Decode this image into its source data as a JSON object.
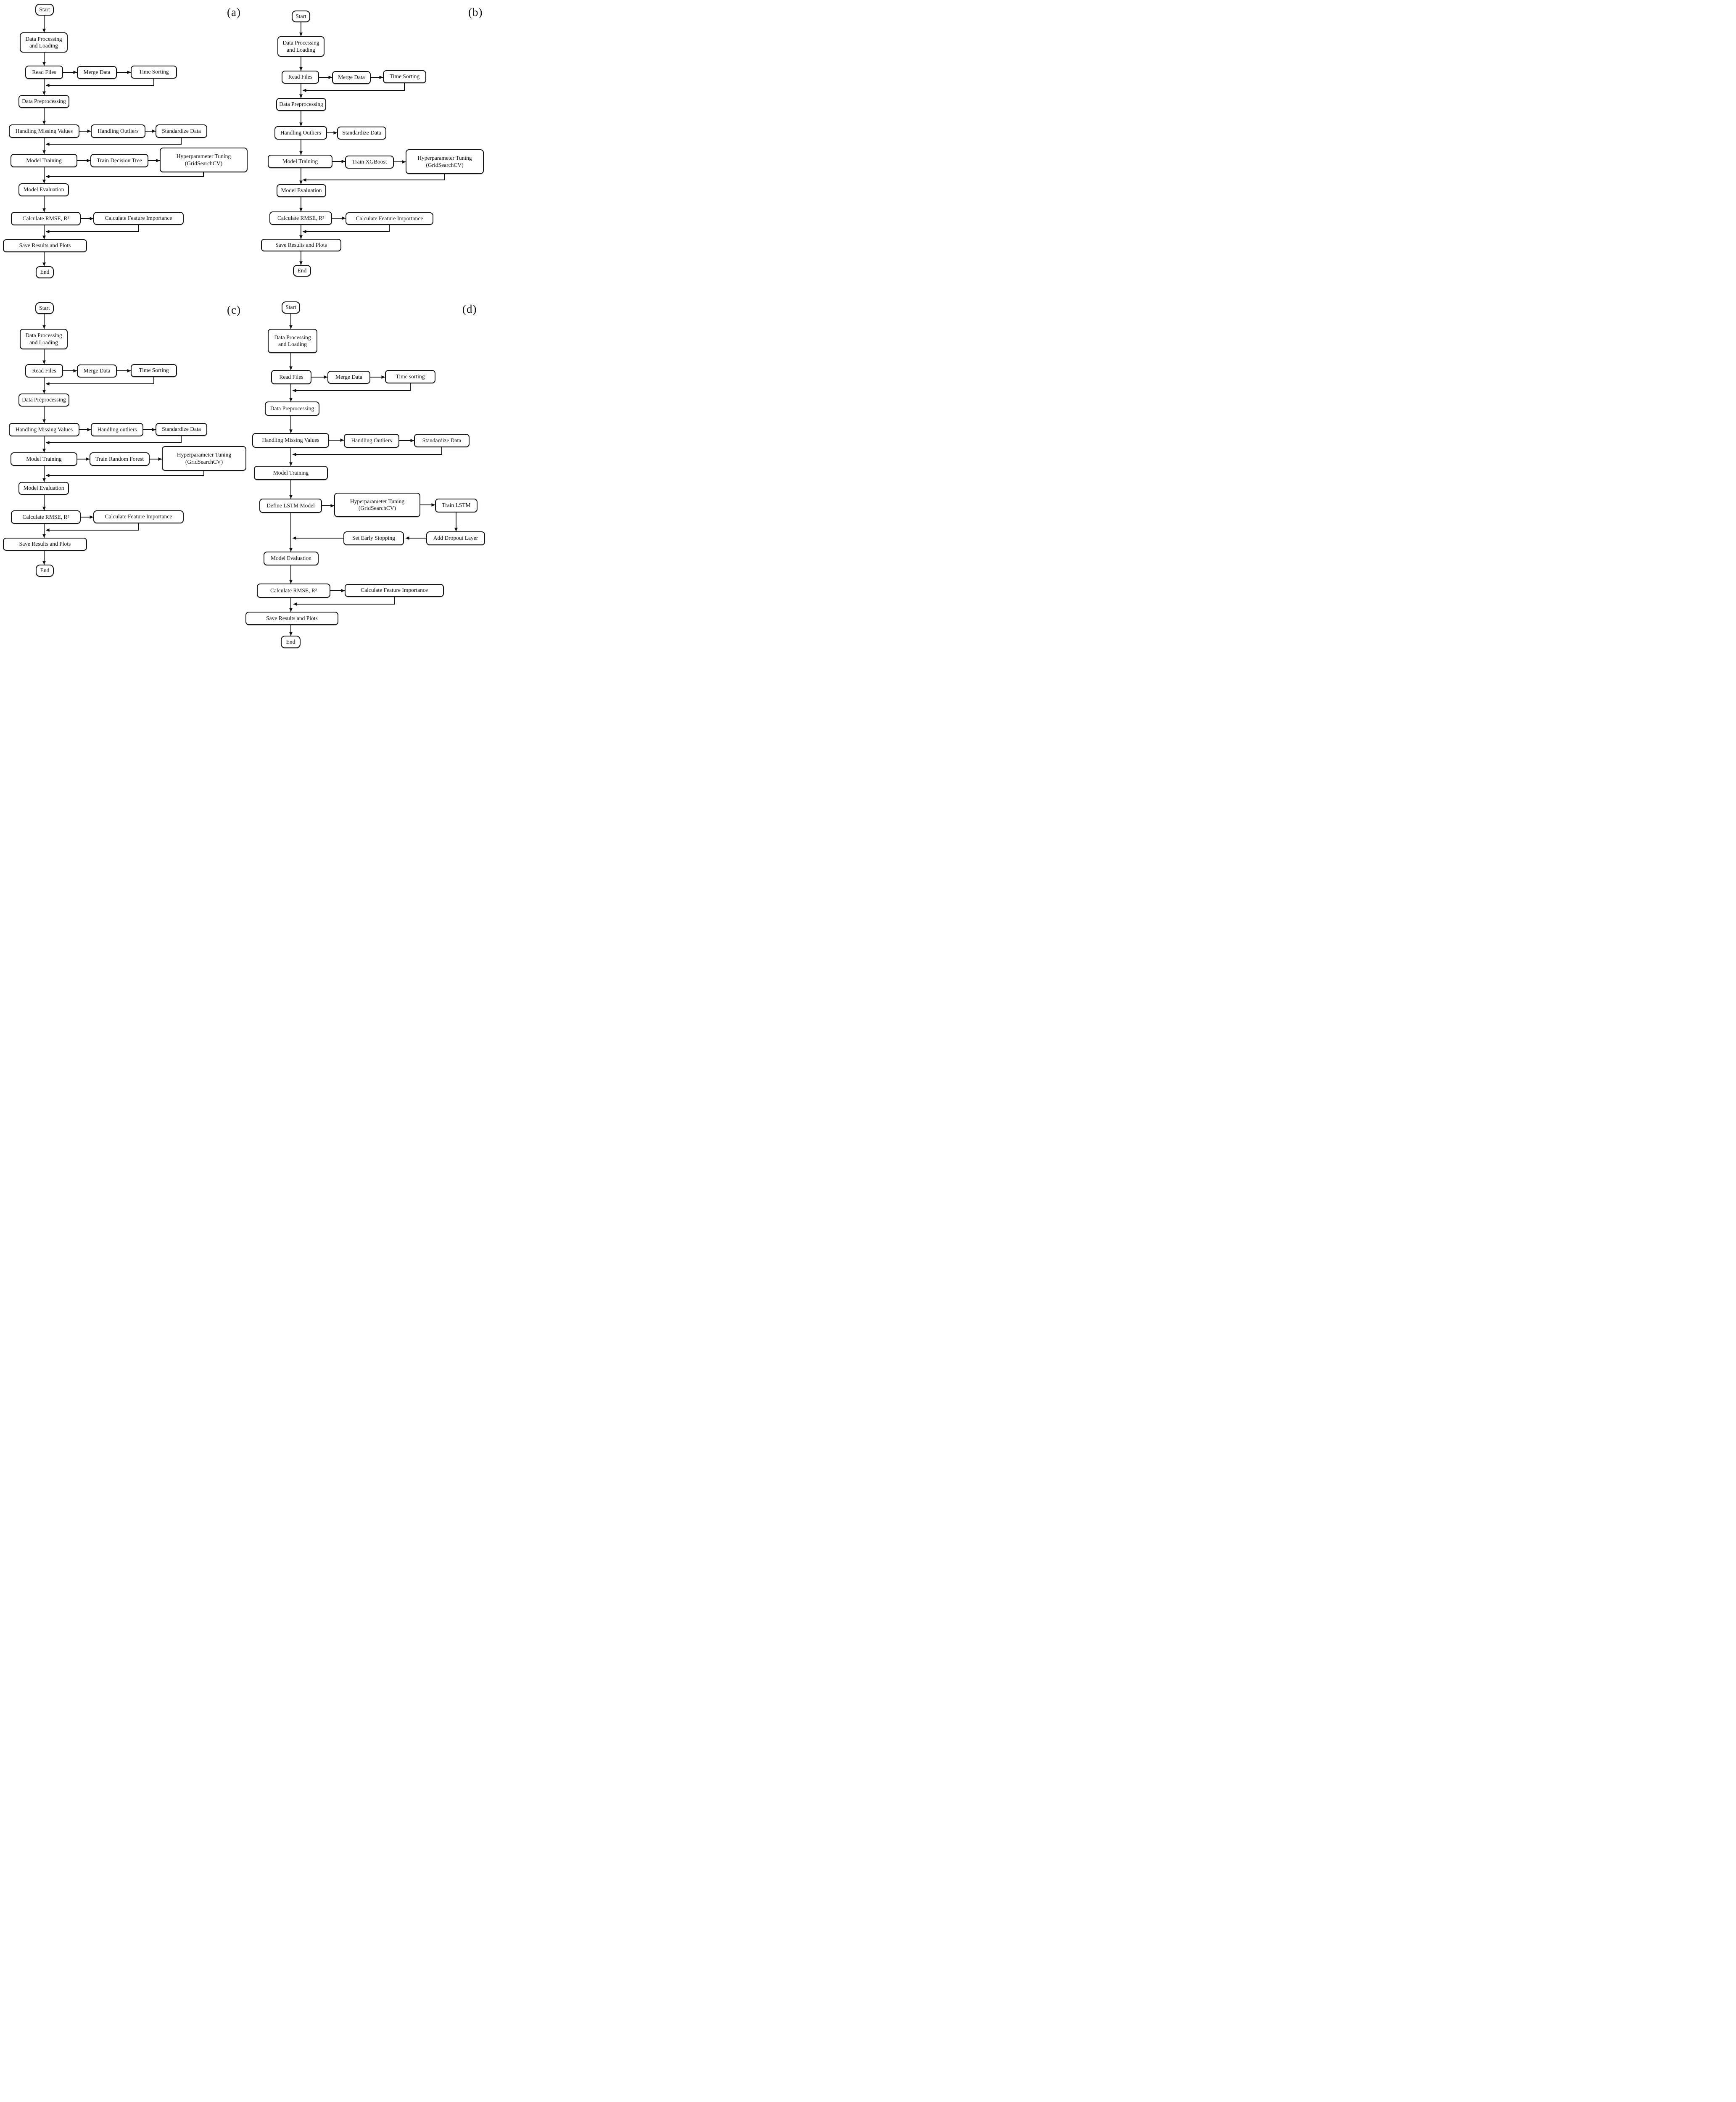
{
  "figure": {
    "panels": [
      {
        "label": "(a)",
        "nodes": {
          "start": "Start",
          "dpl": "Data Processing and Loading",
          "read_files": "Read Files",
          "merge_data": "Merge Data",
          "time_sorting": "Time Sorting",
          "data_preprocessing": "Data Preprocessing",
          "handling_missing_values": "Handling Missing Values",
          "handling_outliers": "Handling Outliers",
          "standardize_data": "Standardize Data",
          "model_training": "Model Training",
          "train_model": "Train Decision Tree",
          "hyperparameter_tuning": "Hyperparameter Tuning (GridSearchCV)",
          "model_evaluation": "Model Evaluation",
          "calculate_metrics": "Calculate RMSE, R²",
          "calculate_feature_importance": "Calculate Feature Importance",
          "save_results": "Save Results and Plots",
          "end": "End"
        }
      },
      {
        "label": "(b)",
        "nodes": {
          "start": "Start",
          "dpl": "Data Processing and Loading",
          "read_files": "Read Files",
          "merge_data": "Merge Data",
          "time_sorting": "Time Sorting",
          "data_preprocessing": "Data Preprocessing",
          "handling_outliers": "Handling Outliers",
          "standardize_data": "Standardize Data",
          "model_training": "Model Training",
          "train_model": "Train XGBoost",
          "hyperparameter_tuning": "Hyperparameter Tuning (GridSearchCV)",
          "model_evaluation": "Model Evaluation",
          "calculate_metrics": "Calculate RMSE, R²",
          "calculate_feature_importance": "Calculate Feature Importance",
          "save_results": "Save Results and Plots",
          "end": "End"
        }
      },
      {
        "label": "(c)",
        "nodes": {
          "start": "Start",
          "dpl": "Data Processing and Loading",
          "read_files": "Read Files",
          "merge_data": "Merge Data",
          "time_sorting": "Time Sorting",
          "data_preprocessing": "Data Preprocessing",
          "handling_missing_values": "Handling Missing Values",
          "handling_outliers": "Handling outliers",
          "standardize_data": "Standardize Data",
          "model_training": "Model Training",
          "train_model": "Train Random Forest",
          "hyperparameter_tuning": "Hyperparameter Tuning (GridSearchCV)",
          "model_evaluation": "Model Evaluation",
          "calculate_metrics": "Calculate RMSE, R²",
          "calculate_feature_importance": "Calculate Feature Importance",
          "save_results": "Save Results and Plots",
          "end": "End"
        }
      },
      {
        "label": "(d)",
        "nodes": {
          "start": "Start",
          "dpl": "Data Processing and Loading",
          "read_files": "Read Files",
          "merge_data": "Merge Data",
          "time_sorting": "Time sorting",
          "data_preprocessing": "Data Preprocessing",
          "handling_missing_values": "Handling Missing Values",
          "handling_outliers": "Handling Outliers",
          "standardize_data": "Standardize Data",
          "model_training": "Model Training",
          "define_lstm_model": "Define LSTM Model",
          "hyperparameter_tuning": "Hyperparameter Tuning (GridSearchCV)",
          "train_lstm": "Train LSTM",
          "add_dropout_layer": "Add Dropout Layer",
          "set_early_stopping": "Set Early Stopping",
          "model_evaluation": "Model Evaluation",
          "calculate_metrics": "Calculate RMSE, R²",
          "calculate_feature_importance": "Calculate Feature Importance",
          "save_results": "Save Results and Plots",
          "end": "End"
        }
      }
    ]
  }
}
